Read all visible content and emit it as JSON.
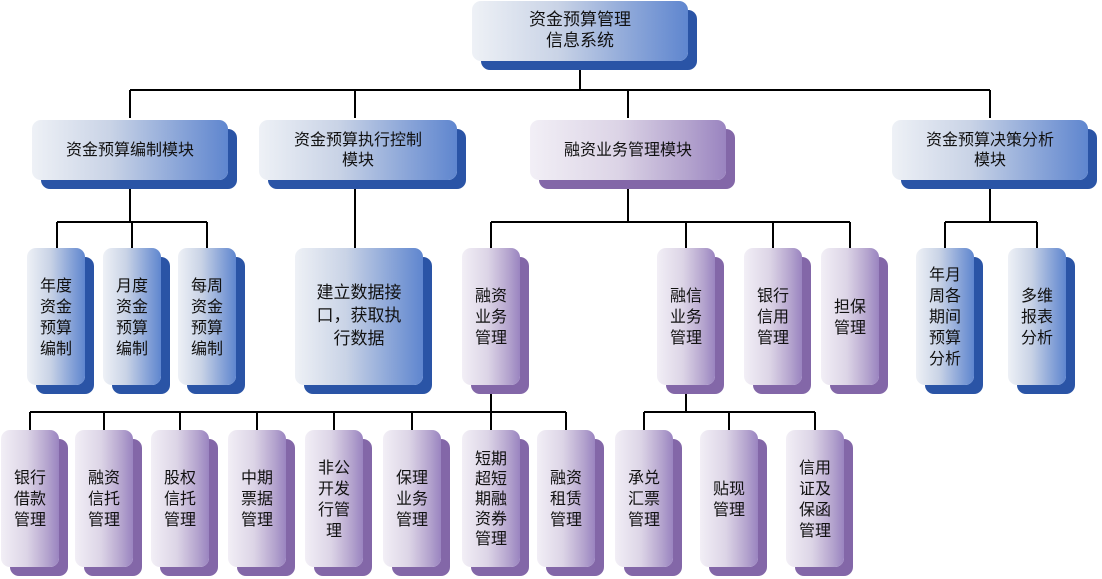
{
  "root": {
    "label": "资金预算管理\n信息系统"
  },
  "modules": [
    {
      "label": "资金预算编制模块",
      "children": [
        {
          "label": "年度\n资金\n预算\n编制"
        },
        {
          "label": "月度\n资金\n预算\n编制"
        },
        {
          "label": "每周\n资金\n预算\n编制"
        }
      ]
    },
    {
      "label": "资金预算执行控制\n模块",
      "children": [
        {
          "label": "建立数据接\n口，获取执\n行数据"
        }
      ]
    },
    {
      "label": "融资业务管理模块",
      "children": [
        {
          "label": "融资\n业务\n管理",
          "children": [
            {
              "label": "银行\n借款\n管理"
            },
            {
              "label": "融资\n信托\n管理"
            },
            {
              "label": "股权\n信托\n管理"
            },
            {
              "label": "中期\n票据\n管理"
            },
            {
              "label": "非公\n开发\n行管\n理"
            },
            {
              "label": "保理\n业务\n管理"
            },
            {
              "label": "短期\n超短\n期融\n资券\n管理"
            },
            {
              "label": "融资\n租赁\n管理"
            }
          ]
        },
        {
          "label": "融信\n业务\n管理",
          "children": [
            {
              "label": "承兑\n汇票\n管理"
            },
            {
              "label": "贴现\n管理"
            },
            {
              "label": "信用\n证及\n保函\n管理"
            }
          ]
        },
        {
          "label": "银行\n信用\n管理"
        },
        {
          "label": "担保\n管理"
        }
      ]
    },
    {
      "label": "资金预算决策分析\n模块",
      "children": [
        {
          "label": "年月\n周各\n期间\n预算\n分析"
        },
        {
          "label": "多维\n报表\n分析"
        }
      ]
    }
  ]
}
